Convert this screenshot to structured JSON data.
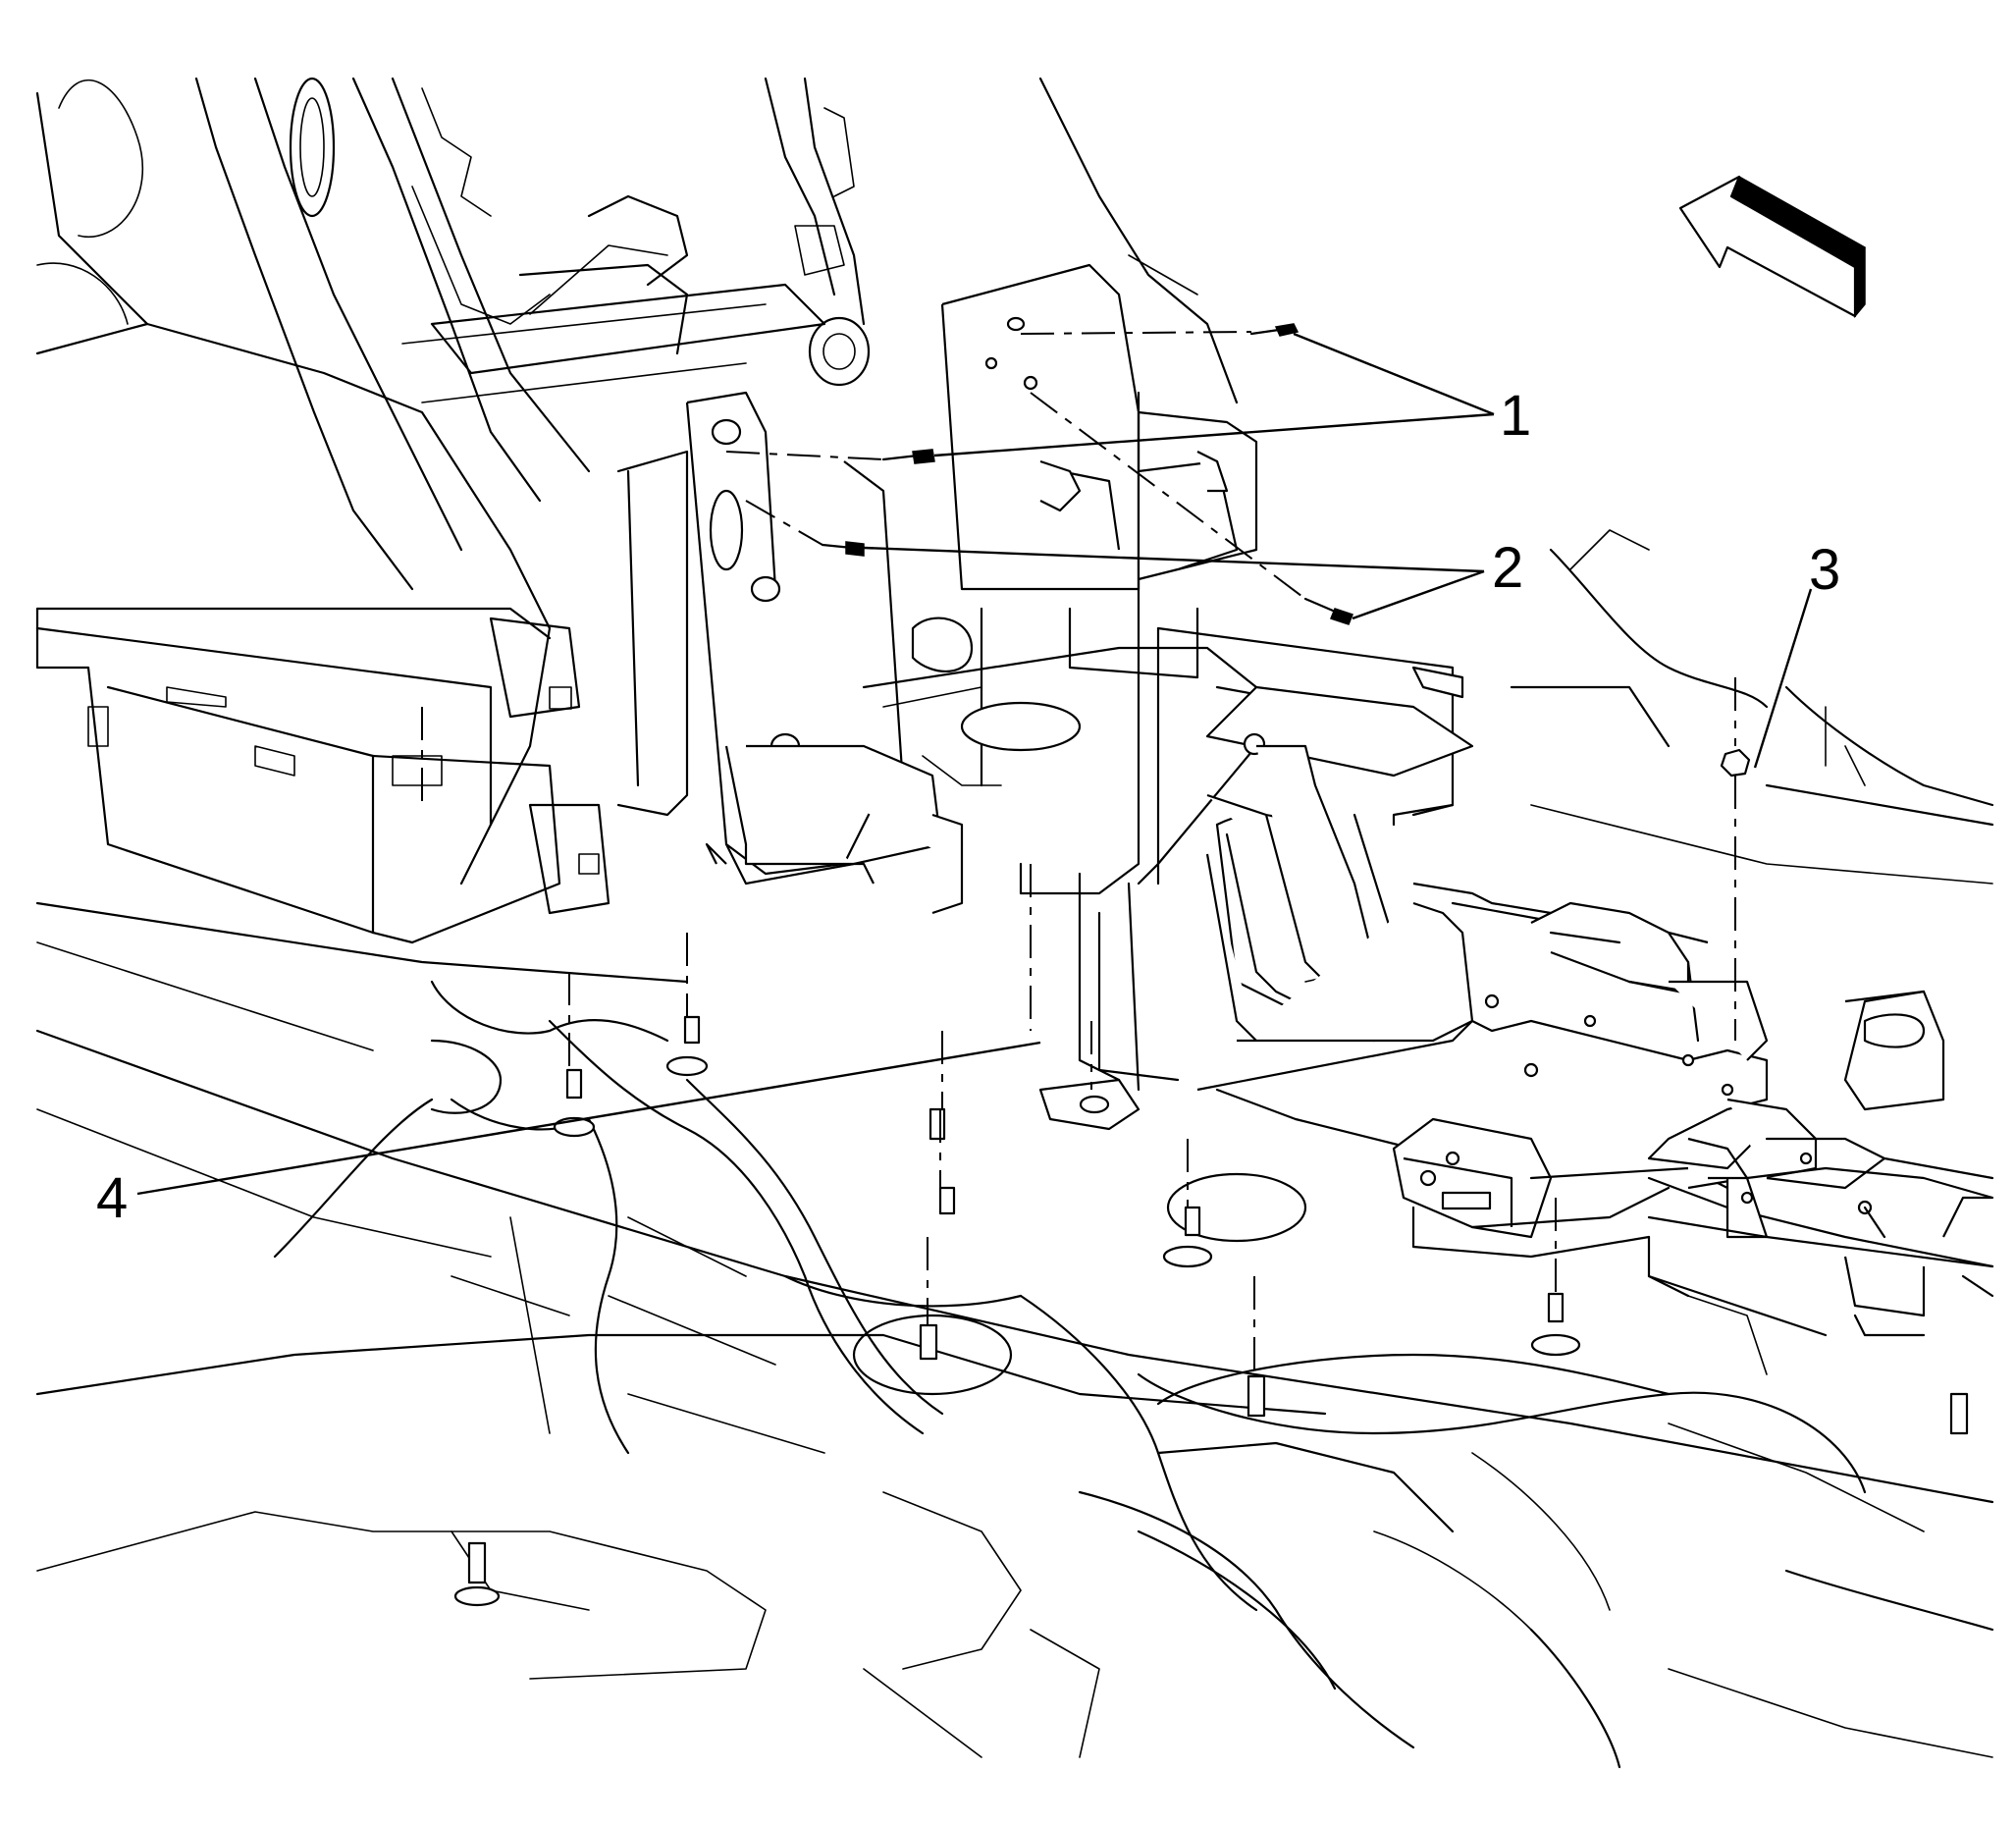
{
  "diagram": {
    "callouts": [
      {
        "id": "1",
        "label": "1"
      },
      {
        "id": "2",
        "label": "2"
      },
      {
        "id": "3",
        "label": "3"
      },
      {
        "id": "4",
        "label": "4"
      }
    ],
    "icons": {
      "direction": "forward-direction-arrow-icon"
    },
    "colors": {
      "ink": "#000000",
      "background": "#ffffff"
    }
  }
}
